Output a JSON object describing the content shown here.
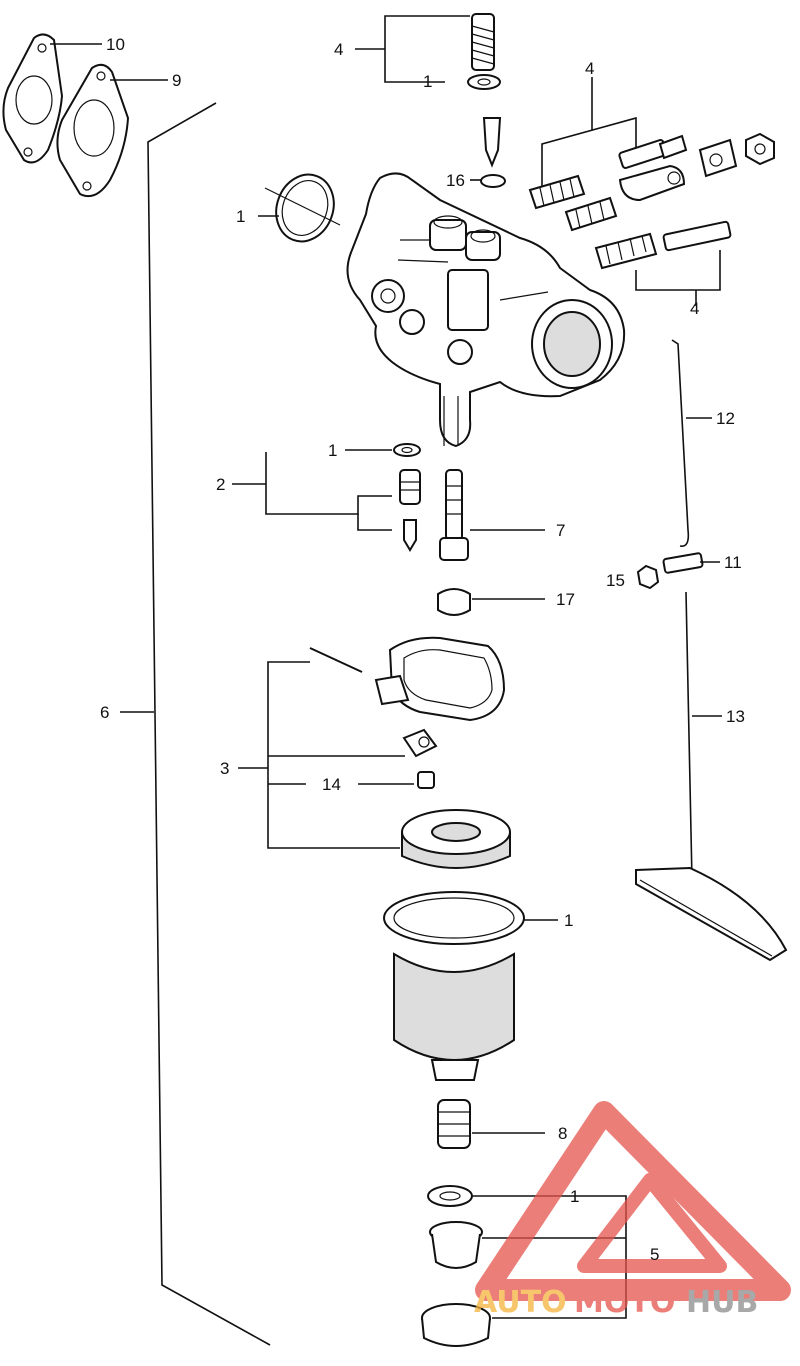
{
  "callouts": {
    "c10": "10",
    "c9": "9",
    "c4a": "4",
    "c1a": "1",
    "c4b": "4",
    "c16": "16",
    "c1b": "1",
    "c4c": "4",
    "c12": "12",
    "c1c": "1",
    "c2": "2",
    "c7": "7",
    "c15": "15",
    "c11": "11",
    "c17": "17",
    "c6": "6",
    "c13": "13",
    "c3": "3",
    "c14": "14",
    "c1d": "1",
    "c8": "8",
    "c1e": "1",
    "c5": "5"
  },
  "watermark": {
    "part1": "AUTO",
    "part2": "MOTO",
    "part3": "HUB",
    "colors": {
      "orange": "#f5b43c",
      "red": "#e5534b",
      "gray": "#8c8c8c"
    }
  }
}
